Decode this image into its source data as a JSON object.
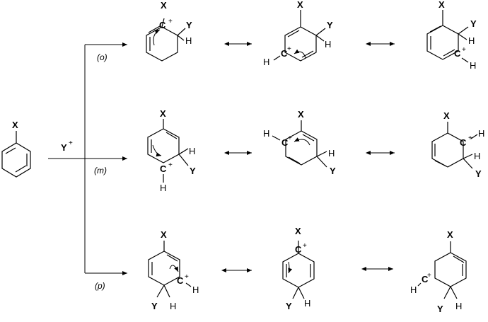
{
  "substituent": "X",
  "electrophile": "Y",
  "charge": "+",
  "hydrogen": "H",
  "carbon": "C",
  "paths": {
    "ortho": "(o)",
    "meta": "(m)",
    "para": "(p)"
  }
}
